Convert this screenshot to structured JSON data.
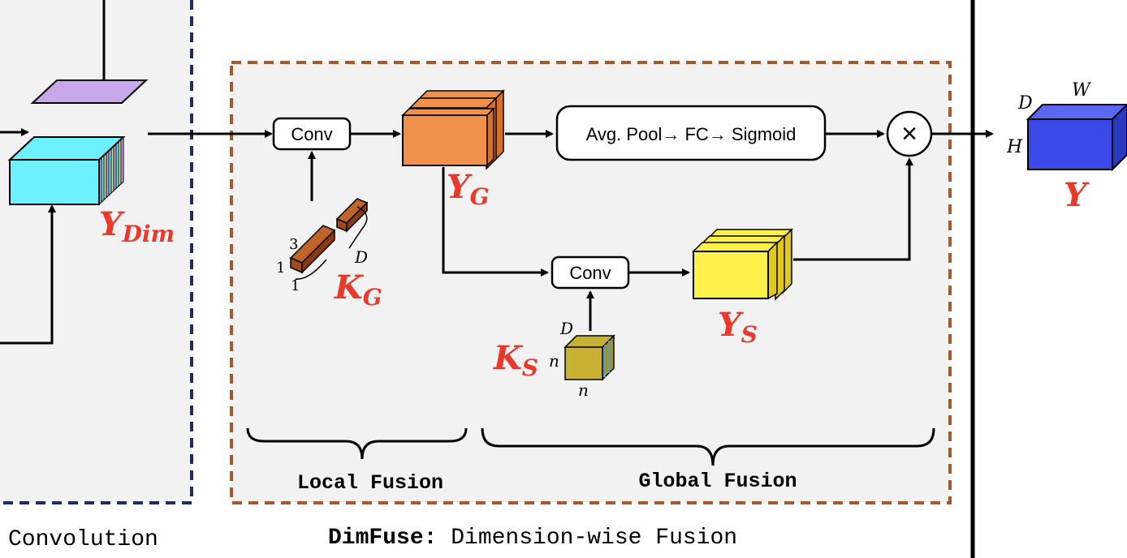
{
  "labels": {
    "y_dim": {
      "main": "Y",
      "sub": "Dim"
    },
    "y_g": {
      "main": "Y",
      "sub": "G"
    },
    "y_s": {
      "main": "Y",
      "sub": "S"
    },
    "k_g": {
      "main": "K",
      "sub": "G"
    },
    "k_s": {
      "main": "K",
      "sub": "S"
    },
    "y_out": "Y"
  },
  "boxes": {
    "conv_local": "Conv",
    "conv_global": "Conv",
    "pool_fc_sigmoid": "Avg. Pool→ FC→ Sigmoid",
    "multiply": "×"
  },
  "kernel_g_dims": {
    "three": "3",
    "one_a": "1",
    "one_b": "1",
    "d": "D"
  },
  "kernel_s_dims": {
    "d": "D",
    "n_left": "n",
    "n_bottom": "n"
  },
  "output_dims": {
    "d": "D",
    "w": "W",
    "h": "H"
  },
  "braces": {
    "local": "Local Fusion",
    "global": "Global Fusion"
  },
  "captions": {
    "left": "Convolution",
    "dimfuse_bold": "DimFuse:",
    "dimfuse_rest": " Dimension-wise Fusion"
  },
  "colors": {
    "label_red": "#e8392b",
    "navy_dash": "#1f2d5a",
    "brown_dash": "#a65a2b",
    "panel_gray": "#f2f2f2",
    "cyan_block": "#6ff0ff",
    "orange_block": "#f0904a",
    "yellow_block": "#fff04a",
    "olive_kernel": "#c8b032",
    "blue_output": "#3a4ae8",
    "brown_kernel": "#c0642a"
  }
}
